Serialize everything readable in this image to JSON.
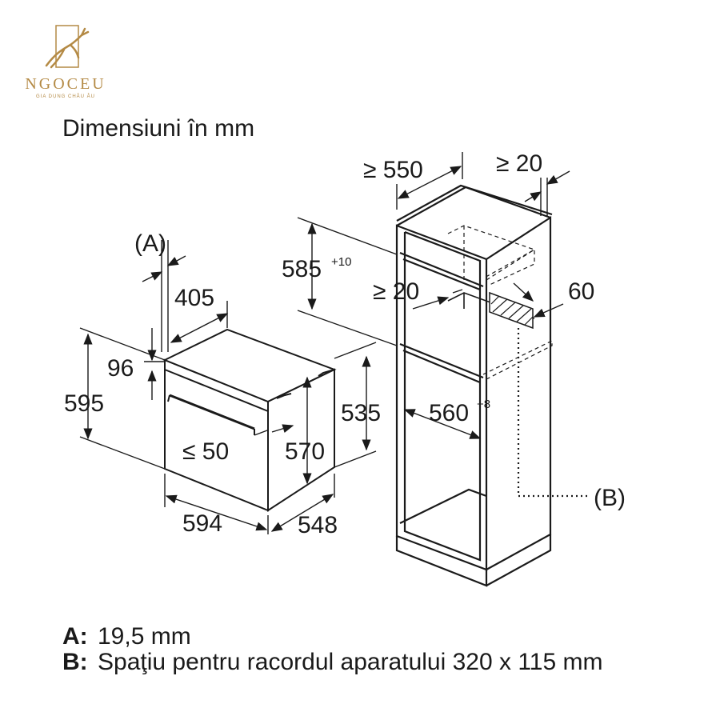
{
  "logo": {
    "brand": "NGOCEU",
    "tagline": "GIA DỤNG CHÂU ÂU",
    "emblem_icon": "deer-emblem-icon",
    "color": "#b48a45"
  },
  "heading": "Dimensiuni în mm",
  "oven_dims": {
    "label_a": "(A)",
    "d405": "405",
    "d96": "96",
    "d595": "595",
    "d50": "≤ 50",
    "d570": "570",
    "d535": "535",
    "d594": "594",
    "d548": "548"
  },
  "cabinet_dims": {
    "d550": "≥ 550",
    "d20_top": "≥ 20",
    "d585": "585",
    "d585_tol": "+10",
    "d20_mid": "≥ 20",
    "d60": "60",
    "d560": "560",
    "d560_tol": "+8",
    "label_b": "(B)"
  },
  "notes": [
    {
      "key": "A:",
      "text": "19,5 mm"
    },
    {
      "key": "B:",
      "text": "Spaţiu pentru racordul aparatului 320 x 115 mm"
    }
  ],
  "colors": {
    "line": "#1a1a1a",
    "brand_gold": "#b48a45",
    "background": "#ffffff"
  }
}
